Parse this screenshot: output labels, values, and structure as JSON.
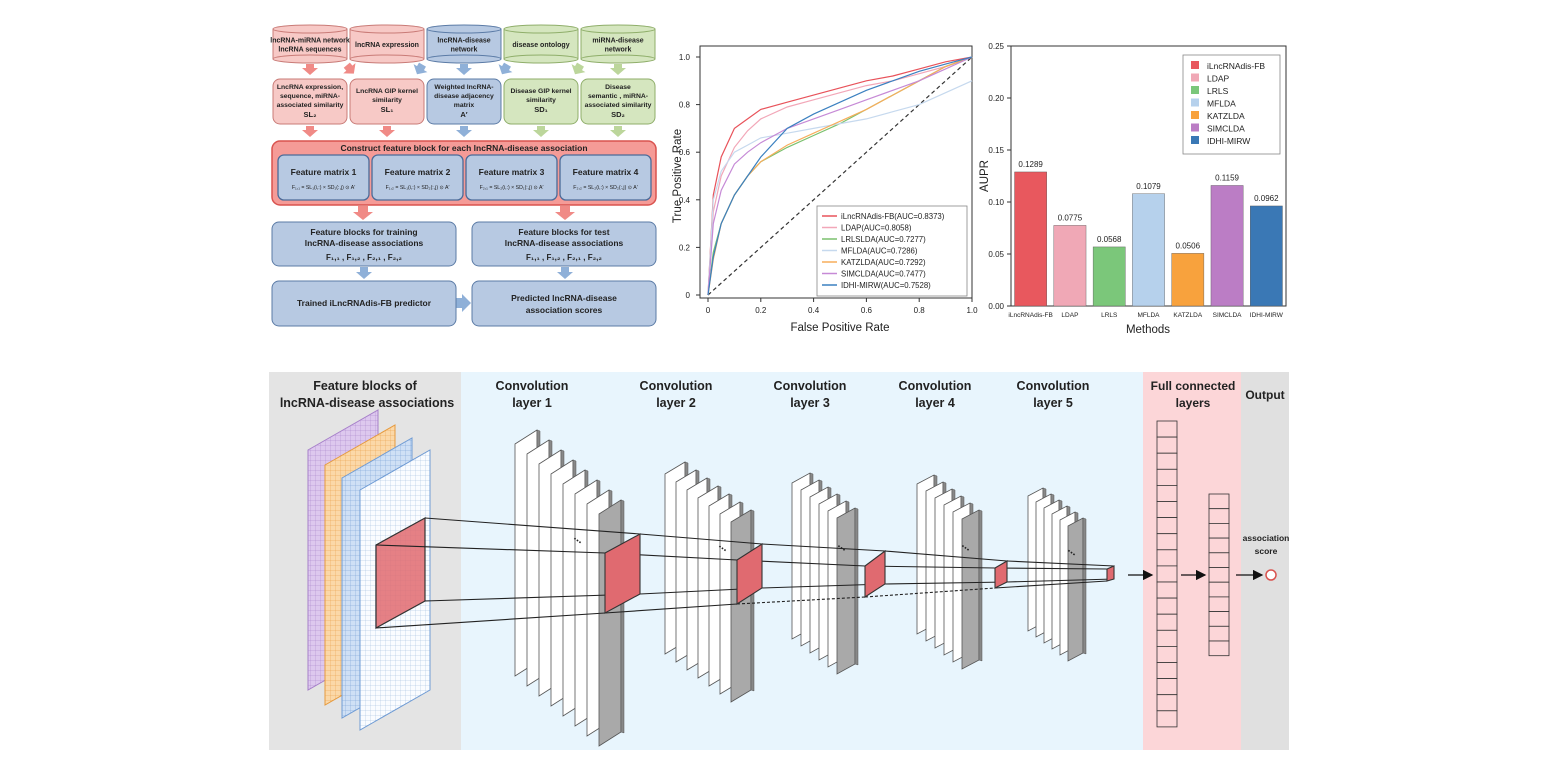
{
  "sources": [
    {
      "lines": [
        "lncRNA-miRNA network",
        "lncRNA sequences"
      ],
      "color": "#f7c9c6"
    },
    {
      "lines": [
        "lncRNA expression"
      ],
      "color": "#f7c9c6"
    },
    {
      "lines": [
        "lncRNA-disease",
        "network"
      ],
      "color": "#b7c9e2"
    },
    {
      "lines": [
        "disease ontology"
      ],
      "color": "#d5e6bf"
    },
    {
      "lines": [
        "miRNA-disease",
        "network"
      ],
      "color": "#d5e6bf"
    }
  ],
  "similarities": [
    {
      "lines": [
        "LncRNA expression,",
        "sequence, miRNA-",
        "associated similarity"
      ],
      "symbol": "SL₂",
      "color": "#f7c9c6"
    },
    {
      "lines": [
        "LncRNA GIP kernel",
        "similarity"
      ],
      "symbol": "SL₁",
      "color": "#f7c9c6"
    },
    {
      "lines": [
        "Weighted lncRNA-",
        "disease adjacency",
        "matrix"
      ],
      "symbol": "A′",
      "color": "#b7c9e2"
    },
    {
      "lines": [
        "Disease GIP kernel",
        "similarity"
      ],
      "symbol": "SD₁",
      "color": "#d5e6bf"
    },
    {
      "lines": [
        "Disease",
        "semantic , miRNA-",
        "associated similarity"
      ],
      "symbol": "SD₂",
      "color": "#d5e6bf"
    }
  ],
  "construct_title": "Construct feature block for each lncRNA-disease association",
  "feature_matrices": [
    {
      "title": "Feature matrix  1",
      "formula": "F₁,₁ = SL₁(i,:) × SD₁(:,j) ⊙ A′"
    },
    {
      "title": "Feature matrix  2",
      "formula": "F₁,₂ = SL₁(i,:) × SD₂(:,j) ⊙ A′"
    },
    {
      "title": "Feature matrix  3",
      "formula": "F₂,₁ = SL₂(i,:) × SD₁(:,j) ⊙ A′"
    },
    {
      "title": "Feature matrix  4",
      "formula": "F₂,₂ = SL₂(i,:) × SD₂(:,j) ⊙ A′"
    }
  ],
  "training_box": {
    "lines": [
      "Feature blocks for training",
      "lncRNA-disease associations"
    ],
    "formula": "F₁,₁ , F₁,₂ , F₂,₁ , F₂,₂"
  },
  "test_box": {
    "lines": [
      "Feature blocks for test",
      "lncRNA-disease associations"
    ],
    "formula": "F₁,₁ , F₁,₂ , F₂,₁ , F₂,₂"
  },
  "predictor": "Trained iLncRNAdis-FB predictor",
  "predicted": [
    "Predicted lncRNA-disease",
    "association scores"
  ],
  "colors": {
    "pink": "#f7c9c6",
    "blue": "#b7c9e2",
    "green": "#d5e6bf",
    "construct_bg": "#f59b97",
    "construct_border": "#d9534f",
    "arrow_pink": "#f08a86",
    "arrow_blue": "#8fb0d8",
    "arrow_green": "#bcd69b",
    "panel_gray": "#e4e4e4",
    "panel_blue": "#e8f5fd",
    "panel_pink": "#fcd6d8",
    "panel_gray2": "#e0e0e0",
    "patch_red": "#e06a70"
  },
  "chart_data": [
    {
      "type": "line",
      "xlabel": "False Positive Rate",
      "ylabel": "True Positive Rate",
      "xlim": [
        0,
        1
      ],
      "ylim": [
        0,
        1
      ],
      "xticks": [
        "0",
        "0.2",
        "0.4",
        "0.6",
        "0.8",
        "1.0"
      ],
      "yticks": [
        "0",
        "0.2",
        "0.4",
        "0.6",
        "0.8",
        "1.0"
      ],
      "legend_position": "bottom-right",
      "series": [
        {
          "name": "iLncRNAdis-FB(AUC=0.8373)",
          "color": "#e8525a",
          "x": [
            0,
            0.02,
            0.05,
            0.1,
            0.15,
            0.2,
            0.3,
            0.4,
            0.5,
            0.6,
            0.7,
            0.8,
            0.9,
            1.0
          ],
          "y": [
            0,
            0.42,
            0.58,
            0.7,
            0.74,
            0.78,
            0.81,
            0.84,
            0.87,
            0.9,
            0.92,
            0.95,
            0.98,
            1.0
          ]
        },
        {
          "name": "LDAP(AUC=0.8058)",
          "color": "#f2a7b8",
          "x": [
            0,
            0.02,
            0.05,
            0.1,
            0.15,
            0.2,
            0.3,
            0.4,
            0.5,
            0.6,
            0.7,
            0.8,
            0.9,
            1.0
          ],
          "y": [
            0,
            0.35,
            0.5,
            0.62,
            0.69,
            0.74,
            0.79,
            0.82,
            0.85,
            0.88,
            0.9,
            0.93,
            0.96,
            1.0
          ]
        },
        {
          "name": "LRLSLDA(AUC=0.7277)",
          "color": "#7bc16e",
          "x": [
            0,
            0.02,
            0.05,
            0.1,
            0.15,
            0.2,
            0.3,
            0.4,
            0.5,
            0.6,
            0.7,
            0.8,
            0.9,
            1.0
          ],
          "y": [
            0,
            0.18,
            0.3,
            0.42,
            0.5,
            0.56,
            0.62,
            0.67,
            0.72,
            0.78,
            0.84,
            0.9,
            0.96,
            1.0
          ]
        },
        {
          "name": "MFLDA(AUC=0.7286)",
          "color": "#c6d9ee",
          "x": [
            0,
            0.02,
            0.05,
            0.1,
            0.15,
            0.2,
            0.3,
            0.4,
            0.5,
            0.6,
            0.7,
            0.8,
            0.9,
            1.0
          ],
          "y": [
            0,
            0.4,
            0.52,
            0.6,
            0.63,
            0.66,
            0.68,
            0.7,
            0.72,
            0.74,
            0.77,
            0.8,
            0.85,
            0.9
          ]
        },
        {
          "name": "KATZLDA(AUC=0.7292)",
          "color": "#f7ad5b",
          "x": [
            0,
            0.02,
            0.05,
            0.1,
            0.15,
            0.2,
            0.3,
            0.4,
            0.5,
            0.6,
            0.7,
            0.8,
            0.9,
            1.0
          ],
          "y": [
            0,
            0.15,
            0.3,
            0.42,
            0.5,
            0.56,
            0.63,
            0.68,
            0.73,
            0.78,
            0.84,
            0.9,
            0.96,
            1.0
          ]
        },
        {
          "name": "SIMCLDA(AUC=0.7477)",
          "color": "#c68ad6",
          "x": [
            0,
            0.02,
            0.05,
            0.1,
            0.15,
            0.2,
            0.3,
            0.4,
            0.5,
            0.6,
            0.7,
            0.8,
            0.9,
            1.0
          ],
          "y": [
            0,
            0.3,
            0.44,
            0.55,
            0.6,
            0.64,
            0.7,
            0.74,
            0.78,
            0.82,
            0.86,
            0.9,
            0.95,
            1.0
          ]
        },
        {
          "name": "IDHI-MIRW(AUC=0.7528)",
          "color": "#3b80c0",
          "x": [
            0,
            0.02,
            0.05,
            0.1,
            0.15,
            0.2,
            0.3,
            0.4,
            0.5,
            0.6,
            0.7,
            0.8,
            0.9,
            1.0
          ],
          "y": [
            0,
            0.16,
            0.3,
            0.42,
            0.5,
            0.58,
            0.7,
            0.76,
            0.81,
            0.86,
            0.9,
            0.94,
            0.97,
            1.0
          ]
        }
      ],
      "diagonal": true
    },
    {
      "type": "bar",
      "xlabel": "Methods",
      "ylabel": "AUPR",
      "ylim": [
        0,
        0.25
      ],
      "yticks": [
        "0.00",
        "0.05",
        "0.10",
        "0.15",
        "0.20",
        "0.25"
      ],
      "legend_position": "top-right",
      "categories": [
        "iLncRNAdis-FB",
        "LDAP",
        "LRLS",
        "MFLDA",
        "KATZLDA",
        "SIMCLDA",
        "IDHI-MIRW"
      ],
      "values": [
        0.1289,
        0.0775,
        0.0568,
        0.1079,
        0.0506,
        0.1159,
        0.0962
      ],
      "value_labels": [
        "0.1289",
        "0.0775",
        "0.0568",
        "0.1079",
        "0.0506",
        "0.1159",
        "0.0962"
      ],
      "colors": [
        "#e8585e",
        "#f0a8b6",
        "#7bc77a",
        "#b6d1ec",
        "#f8a23d",
        "#bb7dc5",
        "#3a78b5"
      ]
    }
  ],
  "cnn": {
    "input_title": [
      "Feature blocks of",
      "lncRNA-disease associations"
    ],
    "layers": [
      {
        "lines": [
          "Convolution",
          "layer 1"
        ]
      },
      {
        "lines": [
          "Convolution",
          "layer 2"
        ]
      },
      {
        "lines": [
          "Convolution",
          "layer 3"
        ]
      },
      {
        "lines": [
          "Convolution",
          "layer 4"
        ]
      },
      {
        "lines": [
          "Convolution",
          "layer 5"
        ]
      }
    ],
    "fc_title": [
      "Full connected",
      "layers"
    ],
    "output_title": "Output",
    "output_label": [
      "association",
      "score"
    ],
    "ellipsis": "..."
  }
}
